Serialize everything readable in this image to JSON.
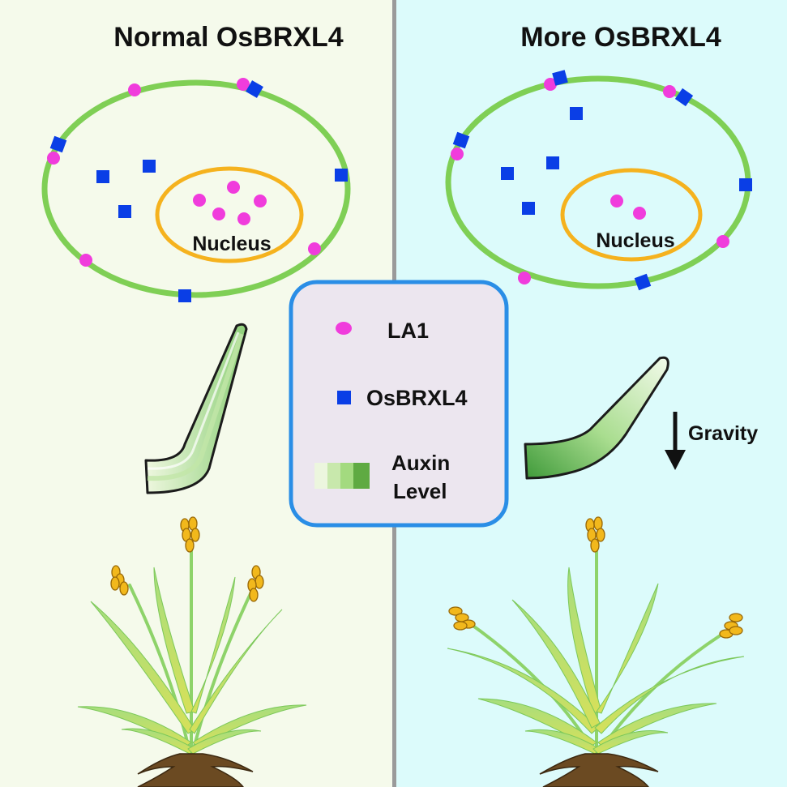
{
  "left_panel": {
    "title": "Normal OsBRXL4",
    "nucleus_label": "Nucleus",
    "background": "#f5faeb"
  },
  "right_panel": {
    "title": "More OsBRXL4",
    "nucleus_label": "Nucleus",
    "gravity_label": "Gravity",
    "background": "#dcfbfb"
  },
  "legend": {
    "la1_label": "LA1",
    "osbrxl4_label": "OsBRXL4",
    "auxin_label_line1": "Auxin",
    "auxin_label_line2": "Level"
  },
  "colors": {
    "membrane": "#7fcf55",
    "nucleus": "#f5b21e",
    "la1": "#f03cdc",
    "osbrxl4": "#0a3ee6",
    "legend_border": "#2a8ee6",
    "legend_fill": "#ece6ef",
    "divider": "#9a9a9a",
    "grain": "#f2b81c",
    "root": "#6b4a22"
  },
  "icons": {
    "la1": "magenta-dot-icon",
    "osbrxl4": "blue-square-icon",
    "gravity": "down-arrow-icon"
  }
}
